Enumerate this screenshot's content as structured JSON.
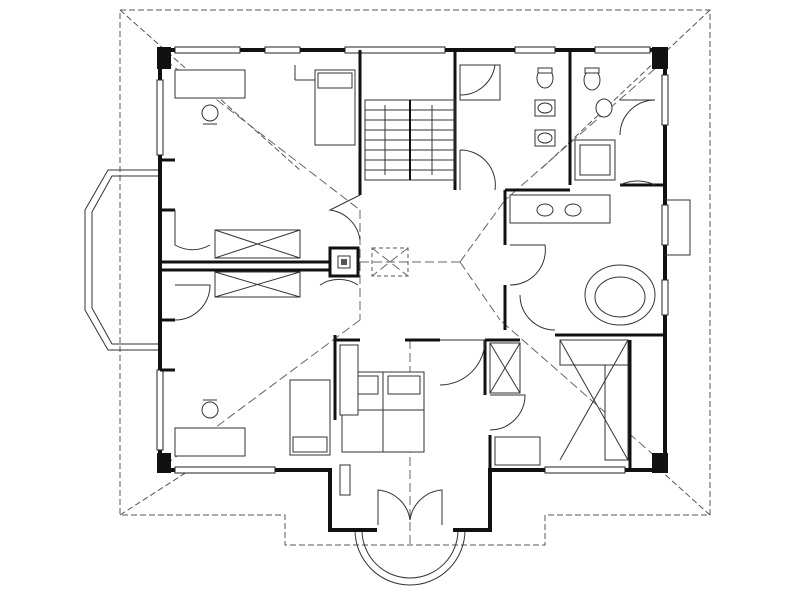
{
  "plan": {
    "colors": {
      "wall": "#111111",
      "line": "#333333",
      "background": "#ffffff"
    },
    "rooms": [
      {
        "name": "bedroom-north-west"
      },
      {
        "name": "bedroom-south-west"
      },
      {
        "name": "stair-hall"
      },
      {
        "name": "bathroom-north"
      },
      {
        "name": "wc-north-east"
      },
      {
        "name": "bathroom-east"
      },
      {
        "name": "master-bedroom"
      },
      {
        "name": "dressing-room"
      }
    ],
    "icons": [
      "bed-icon",
      "desk-icon",
      "chair-icon",
      "wardrobe-icon",
      "toilet-icon",
      "bidet-icon",
      "sink-icon",
      "shower-icon",
      "bathtub-icon",
      "chimney-icon",
      "skylight-icon",
      "staircase-icon",
      "door-swing-icon",
      "window-icon"
    ]
  }
}
